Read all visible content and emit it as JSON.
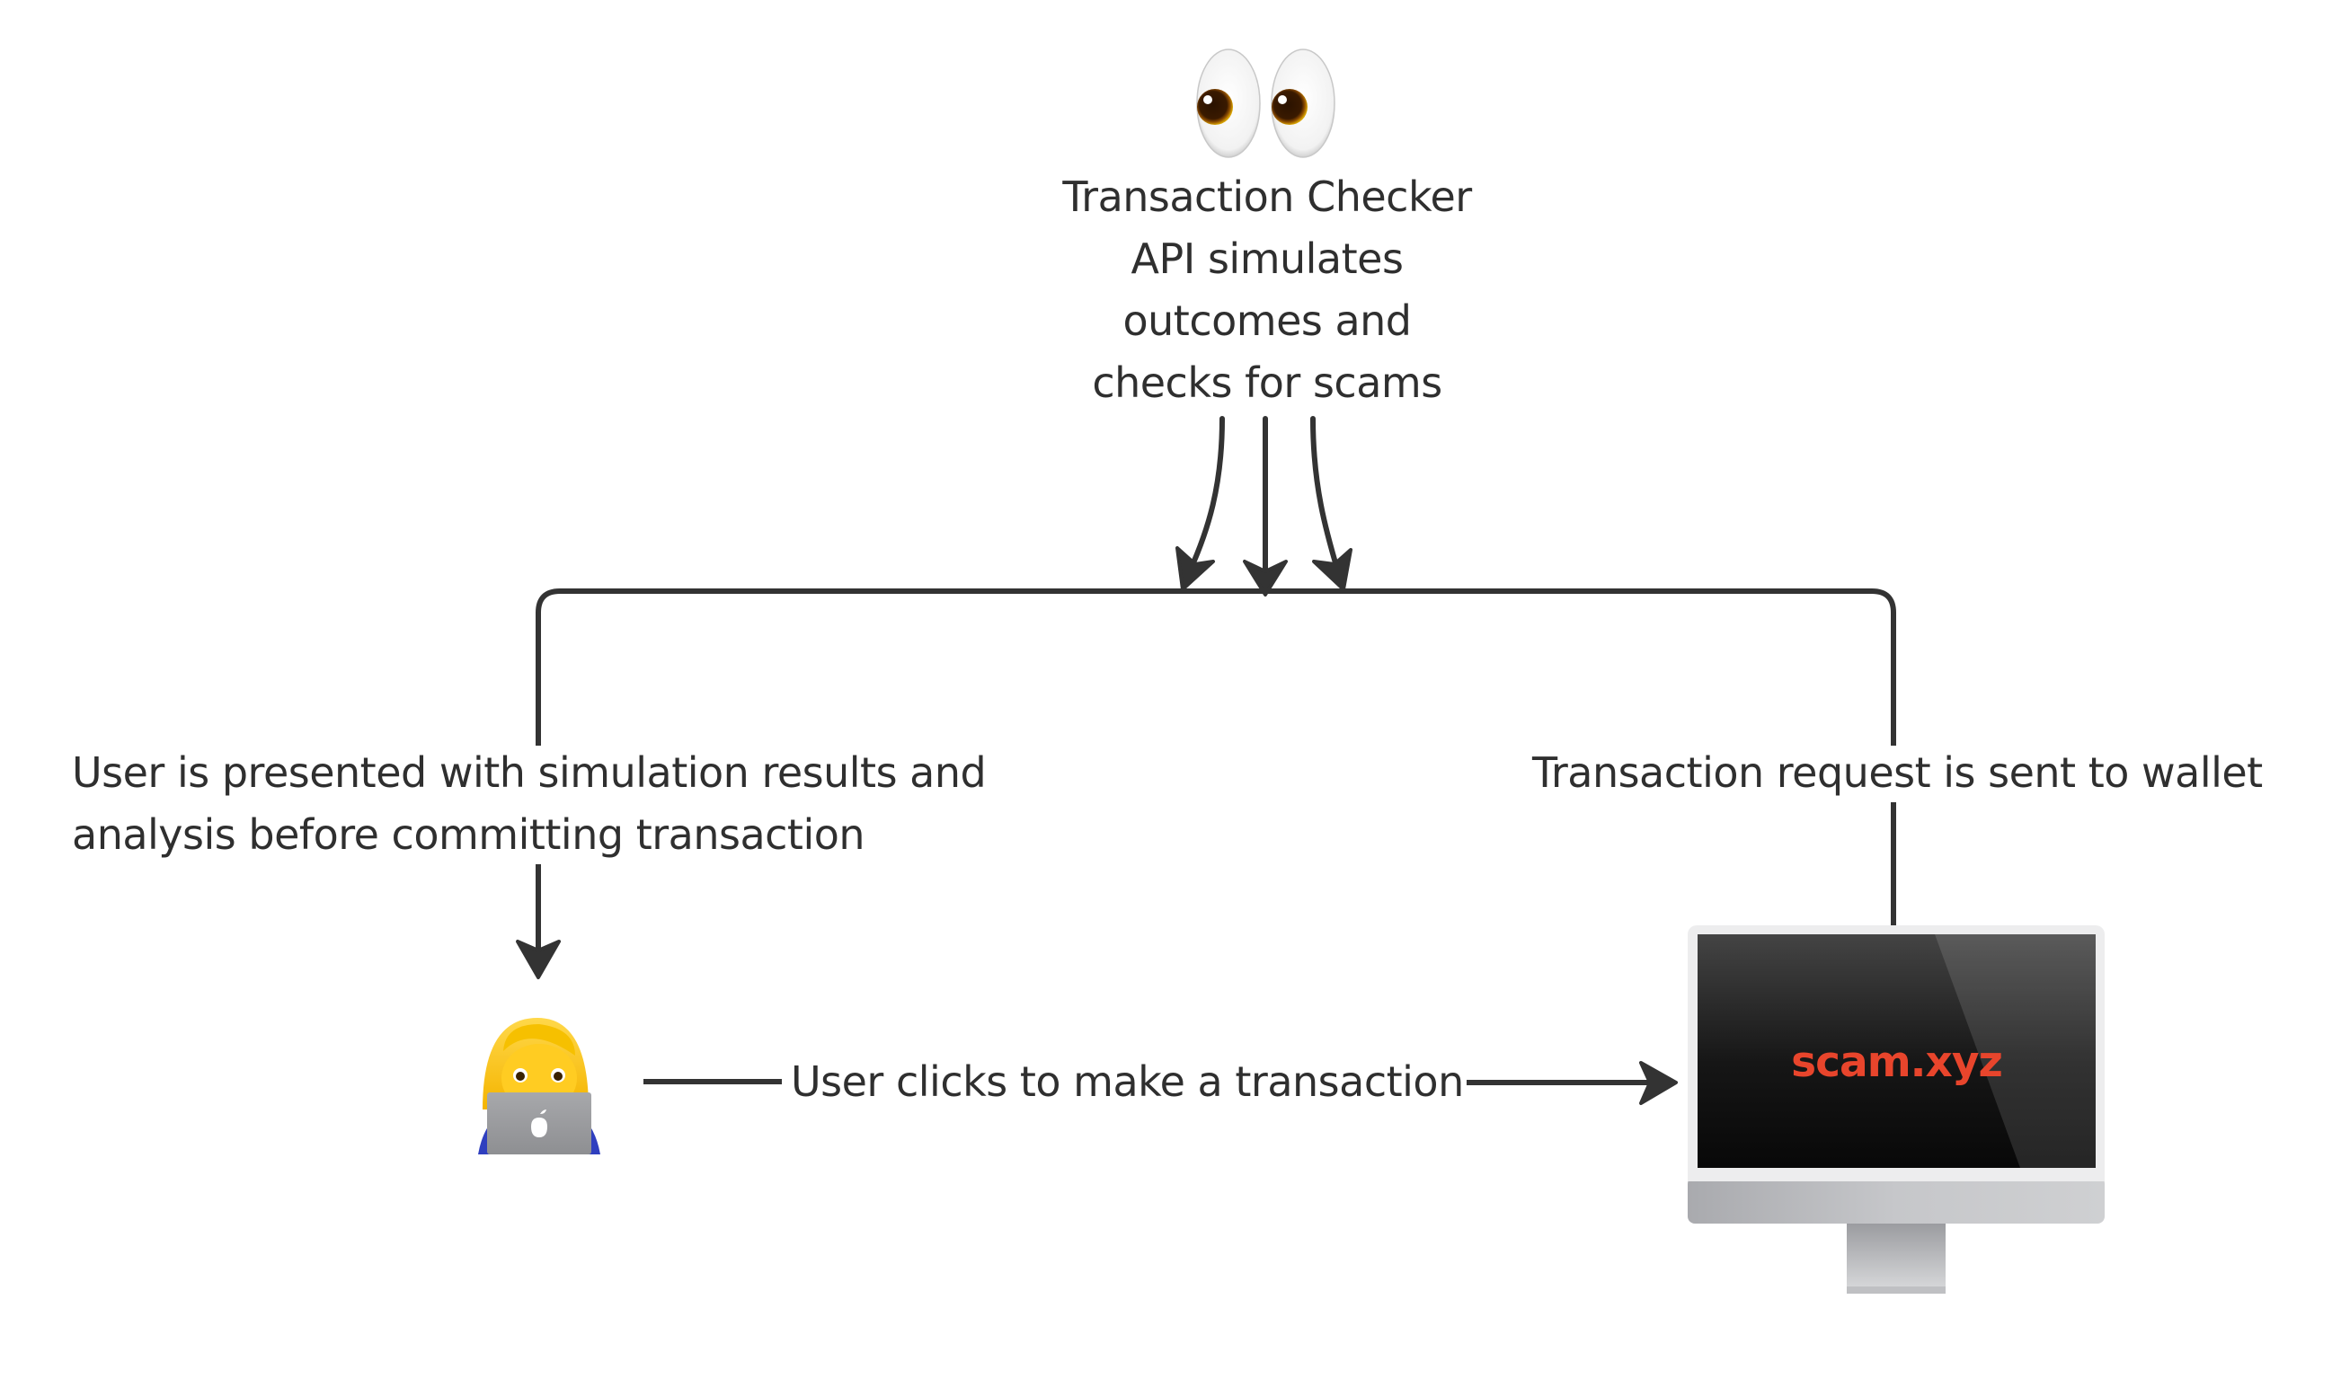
{
  "diagram": {
    "title_node": {
      "icon": "eyes-emoji",
      "lines": [
        "Transaction Checker",
        "API simulates",
        "outcomes and",
        "checks for scams"
      ]
    },
    "left_edge_label": {
      "lines": [
        "User is presented with simulation results and",
        "analysis before committing transaction"
      ]
    },
    "right_edge_label": {
      "lines": [
        "Transaction request is sent to wallet"
      ]
    },
    "bottom_edge_label": "User clicks to make a transaction",
    "user_node": {
      "icon": "woman-technologist-emoji"
    },
    "website_node": {
      "icon": "desktop-monitor",
      "screen_text": "scam.xyz"
    },
    "colors": {
      "line": "#333333",
      "text": "#2f2f2f",
      "scam_text": "#e8452c",
      "screen": "#111111",
      "bezel": "#ededee",
      "chin": "#c4c5c8"
    }
  }
}
